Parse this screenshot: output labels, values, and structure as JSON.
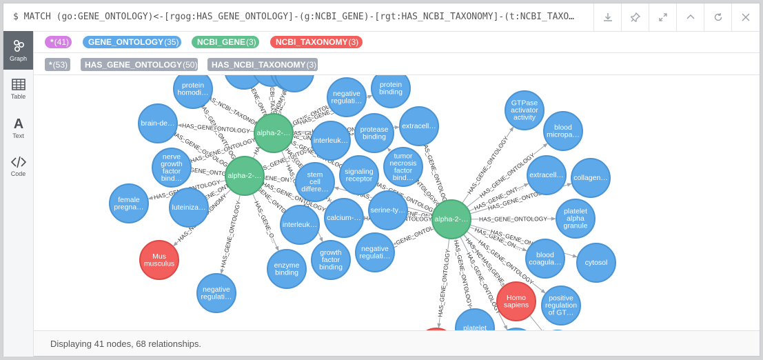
{
  "query": "$ MATCH (go:GENE_ONTOLOGY)<-[rgog:HAS_GENE_ONTOLOGY]-(g:NCBI_GENE)-[rgt:HAS_NCBI_TAXONOMY]-(t:NCBI_TAXO…",
  "toolbar": {
    "download_icon": "download-icon",
    "pin_icon": "pin-icon",
    "expand_icon": "expand-icon",
    "collapse_icon": "chevron-up-icon",
    "rerun_icon": "rerun-icon",
    "close_icon": "close-icon"
  },
  "sidebar": {
    "items": [
      {
        "label": "Graph",
        "icon": "graph-icon",
        "active": true
      },
      {
        "label": "Table",
        "icon": "table-icon",
        "active": false
      },
      {
        "label": "Text",
        "icon": "text-icon",
        "active": false
      },
      {
        "label": "Code",
        "icon": "code-icon",
        "active": false
      }
    ]
  },
  "node_labels": [
    {
      "name": "*",
      "count": "(41)",
      "color": "#d57fe5"
    },
    {
      "name": "GENE_ONTOLOGY",
      "count": "(35)",
      "color": "#5ea9ea"
    },
    {
      "name": "NCBI_GENE",
      "count": "(3)",
      "color": "#5fc18e"
    },
    {
      "name": "NCBI_TAXONOMY",
      "count": "(3)",
      "color": "#f25f5c"
    }
  ],
  "rel_types": [
    {
      "name": "*",
      "count": "(53)"
    },
    {
      "name": "HAS_GENE_ONTOLOGY",
      "count": "(50)"
    },
    {
      "name": "HAS_NCBI_TAXONOMY",
      "count": "(3)"
    }
  ],
  "graph": {
    "colors": {
      "go": "#5ea9ea",
      "gene": "#5fc18e",
      "tax": "#f25f5c",
      "edge": "#9ea3aa"
    },
    "nodes": [
      {
        "id": "g1",
        "t": "gene",
        "lines": [
          "alpha-2-…"
        ]
      },
      {
        "id": "g2",
        "t": "gene",
        "lines": [
          "alpha-2-…"
        ]
      },
      {
        "id": "g3",
        "t": "gene",
        "lines": [
          "alpha-2-…"
        ]
      },
      {
        "id": "t1",
        "t": "tax",
        "lines": [
          "Mus",
          "musculus"
        ]
      },
      {
        "id": "t2",
        "t": "tax",
        "lines": [
          "Homo",
          "sapiens"
        ]
      },
      {
        "id": "t3",
        "t": "tax",
        "lines": []
      },
      {
        "id": "n1",
        "t": "go",
        "lines": [
          "protein",
          "homodi…"
        ]
      },
      {
        "id": "n2",
        "t": "go",
        "lines": [
          "brain-de…"
        ]
      },
      {
        "id": "n3",
        "t": "go",
        "lines": [
          "nerve",
          "growth",
          "factor",
          "bind…"
        ]
      },
      {
        "id": "n4",
        "t": "go",
        "lines": [
          "female",
          "pregna…"
        ]
      },
      {
        "id": "n5",
        "t": "go",
        "lines": [
          "luteiniza…"
        ]
      },
      {
        "id": "n6",
        "t": "go",
        "lines": [
          "negative",
          "regulati…"
        ]
      },
      {
        "id": "n7",
        "t": "go",
        "lines": [
          "negative",
          "regulati…"
        ]
      },
      {
        "id": "n8",
        "t": "go",
        "lines": [
          "protein",
          "binding"
        ]
      },
      {
        "id": "n9",
        "t": "go",
        "lines": [
          "extracell…"
        ]
      },
      {
        "id": "n10",
        "t": "go",
        "lines": [
          "interleuk…"
        ]
      },
      {
        "id": "n11",
        "t": "go",
        "lines": [
          "protease",
          "binding"
        ]
      },
      {
        "id": "n12",
        "t": "go",
        "lines": [
          "tumor",
          "necrosis",
          "factor",
          "bind…"
        ]
      },
      {
        "id": "n13",
        "t": "go",
        "lines": [
          "stem",
          "cell",
          "differe…"
        ]
      },
      {
        "id": "n14",
        "t": "go",
        "lines": [
          "signaling",
          "receptor"
        ]
      },
      {
        "id": "n15",
        "t": "go",
        "lines": [
          "calcium-…"
        ]
      },
      {
        "id": "n16",
        "t": "go",
        "lines": [
          "serine-ty…"
        ]
      },
      {
        "id": "n17",
        "t": "go",
        "lines": [
          "interleuk…"
        ]
      },
      {
        "id": "n18",
        "t": "go",
        "lines": [
          "growth",
          "factor",
          "binding"
        ]
      },
      {
        "id": "n19",
        "t": "go",
        "lines": [
          "enzyme",
          "binding"
        ]
      },
      {
        "id": "n20",
        "t": "go",
        "lines": [
          "negative",
          "regulati…"
        ]
      },
      {
        "id": "n21",
        "t": "go",
        "lines": [
          "GTPase",
          "activator",
          "activity"
        ]
      },
      {
        "id": "n22",
        "t": "go",
        "lines": [
          "blood",
          "micropa…"
        ]
      },
      {
        "id": "n23",
        "t": "go",
        "lines": [
          "extracell…"
        ]
      },
      {
        "id": "n24",
        "t": "go",
        "lines": [
          "collagen…"
        ]
      },
      {
        "id": "n25",
        "t": "go",
        "lines": [
          "platelet",
          "alpha",
          "granule"
        ]
      },
      {
        "id": "n26",
        "t": "go",
        "lines": [
          "blood",
          "coagula…"
        ]
      },
      {
        "id": "n27",
        "t": "go",
        "lines": [
          "cytosol"
        ]
      },
      {
        "id": "n28",
        "t": "go",
        "lines": [
          "positive",
          "regulation",
          "of GT…"
        ]
      },
      {
        "id": "n29",
        "t": "go",
        "lines": [
          "platelet"
        ]
      },
      {
        "id": "n30",
        "t": "go",
        "lines": []
      },
      {
        "id": "n31",
        "t": "go",
        "lines": []
      },
      {
        "id": "n32",
        "t": "go",
        "lines": []
      },
      {
        "id": "n33",
        "t": "go",
        "lines": []
      },
      {
        "id": "n34",
        "t": "go",
        "lines": []
      },
      {
        "id": "n35",
        "t": "go",
        "lines": []
      }
    ],
    "edges": [
      {
        "from": "g2",
        "to": "n1",
        "label": "HAS_GENE_ONTOLOGY"
      },
      {
        "from": "g2",
        "to": "n2",
        "label": "HAS_GENE_ONTOLOGY"
      },
      {
        "from": "g2",
        "to": "n3",
        "label": "HAS_GENE_ONTOLOGY"
      },
      {
        "from": "g2",
        "to": "n4",
        "label": "HAS_GENE_ONTOLOGY"
      },
      {
        "from": "g2",
        "to": "n5",
        "label": "HAS_GENE_ONTOLOGY"
      },
      {
        "from": "g2",
        "to": "t1",
        "label": "HAS_NCBI_TAXONOMY"
      },
      {
        "from": "g2",
        "to": "n6",
        "label": "HAS_GENE_ONTOLOGY"
      },
      {
        "from": "g2",
        "to": "n19",
        "label": "HAS_GENE_O…"
      },
      {
        "from": "g2",
        "to": "n13",
        "label": "HAS_GENE_ONTOLOGY"
      },
      {
        "from": "g2",
        "to": "n17",
        "label": "HAS_GENE_ONTOLOGY"
      },
      {
        "from": "g2",
        "to": "n10",
        "label": "HAS_GENE_ONTOLOGY"
      },
      {
        "from": "g1",
        "to": "n1",
        "label": "HAS_NCBI_TAXONOMY"
      },
      {
        "from": "g1",
        "to": "n2",
        "label": "HAS_GENE_ONTOLOGY"
      },
      {
        "from": "g1",
        "to": "n3",
        "label": "HAS_GENE_ONTOLOGY"
      },
      {
        "from": "g1",
        "to": "n7",
        "label": "HAS_GENE_ONTOLOGY"
      },
      {
        "from": "g1",
        "to": "n10",
        "label": "HAS_GENE_ONTOLOGY"
      },
      {
        "from": "g1",
        "to": "n13",
        "label": "HAS_GENE_ONTOLOGY"
      },
      {
        "from": "g1",
        "to": "n14",
        "label": "HAS_GENE_ONTOLOGY"
      },
      {
        "from": "g1",
        "to": "n15",
        "label": "HAS_GENE_ONTOLOGY"
      },
      {
        "from": "g1",
        "to": "n18",
        "label": "HAS_GENE_ONTOLOGY"
      },
      {
        "from": "g1",
        "to": "n31",
        "label": "HAS_GENE_ONTOLOGY"
      },
      {
        "from": "g1",
        "to": "n32",
        "label": "HAS_NCBI_TAXONOMY"
      },
      {
        "from": "g1",
        "to": "n33",
        "label": "HAS_GENE_ONTOLOGY"
      },
      {
        "from": "g3",
        "to": "n16",
        "label": "HAS_GENE_ONTOLOGY"
      },
      {
        "from": "g3",
        "to": "n12",
        "label": "HAS_GENE_ONTOLOGY"
      },
      {
        "from": "g3",
        "to": "n20",
        "label": "HAS_GENE_ONTOLOGY"
      },
      {
        "from": "g3",
        "to": "n15",
        "label": "HAS_GENE_ONTOLOGY"
      },
      {
        "from": "g3",
        "to": "n14",
        "label": "HAS_GENE_ONTOLOGY"
      },
      {
        "from": "g3",
        "to": "n13",
        "label": "HAS_GENE_ONT…"
      },
      {
        "from": "g3",
        "to": "n21",
        "label": "HAS_GENE_ONTOLOGY"
      },
      {
        "from": "g3",
        "to": "n22",
        "label": "HAS_GENE_ONTOLOGY"
      },
      {
        "from": "g3",
        "to": "n23",
        "label": "HAS_GENE_ONT…"
      },
      {
        "from": "g3",
        "to": "n24",
        "label": "HAS_GENE_ONTOLOGY"
      },
      {
        "from": "g3",
        "to": "n25",
        "label": "HAS_GENE_ONTOLOGY"
      },
      {
        "from": "g3",
        "to": "n26",
        "label": "HAS_GENE_ON…"
      },
      {
        "from": "g3",
        "to": "n27",
        "label": "HAS_GENE_ONTOLOGY"
      },
      {
        "from": "g3",
        "to": "n28",
        "label": "HAS_GENE_ONTOLOGY"
      },
      {
        "from": "g3",
        "to": "t2",
        "label": "HAS_NCBI_TAXO…"
      },
      {
        "from": "g3",
        "to": "n29",
        "label": "HAS_GENE_ONTOLOGY"
      },
      {
        "from": "g3",
        "to": "n30",
        "label": "HAS_GENE_ONTOLOGY"
      },
      {
        "from": "g3",
        "to": "n35",
        "label": "HAS_GENE_ONTOLOGY"
      },
      {
        "from": "g3",
        "to": "t3",
        "label": "HAS_GENE_ONTOLOGY"
      },
      {
        "from": "g3",
        "to": "n11",
        "label": "HAS_GENE_ONTOLOGY"
      },
      {
        "from": "g3",
        "to": "n9",
        "label": "HAS_GENE_ONTOLOGY"
      },
      {
        "from": "g1",
        "to": "n8",
        "label": "HAS_GENE_ONTOLOGY"
      },
      {
        "from": "g1",
        "to": "n11",
        "label": "HAS_GENE_ONTOLOGY"
      },
      {
        "from": "g1",
        "to": "n9",
        "label": "HAS_GENE_ONTOLOGY"
      },
      {
        "from": "g2",
        "to": "n15",
        "label": "HAS_GENE_ONTOLOGY"
      },
      {
        "from": "g2",
        "to": "n34",
        "label": "HAS_NCBI_TAXONOMY"
      }
    ]
  },
  "footer": {
    "status": "Displaying 41 nodes, 68 relationships."
  }
}
